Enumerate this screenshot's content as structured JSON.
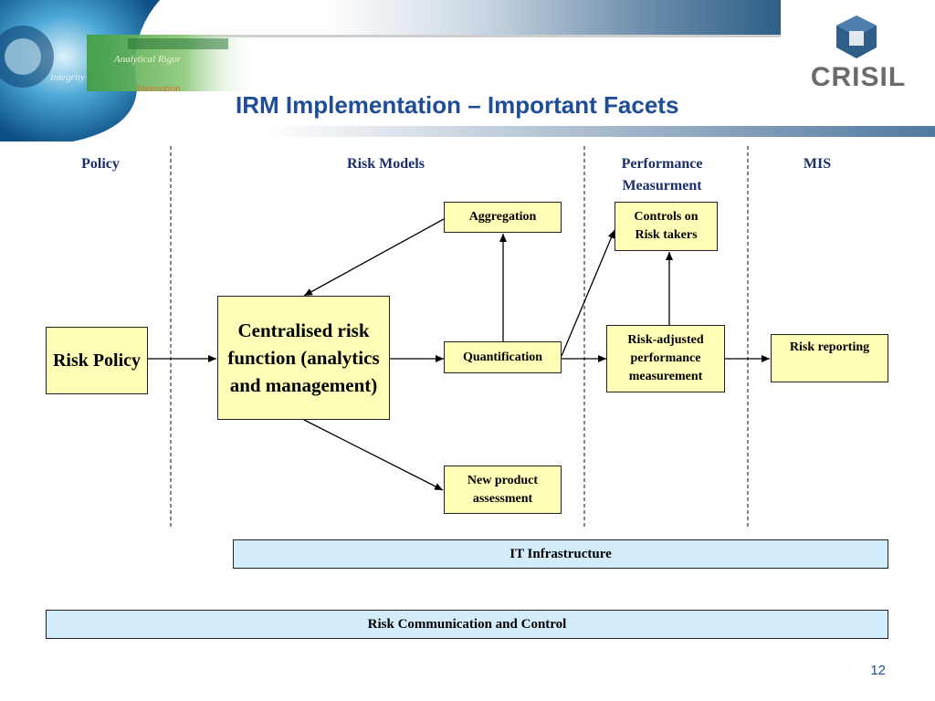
{
  "header": {
    "title": "IRM Implementation – Important Facets",
    "art_words": [
      "Analytical Rigor",
      "Integrity",
      "Innovation"
    ],
    "logo_text": "CRISIL"
  },
  "columns": [
    "Policy",
    "Risk Models",
    "Performance Measurment",
    "MIS"
  ],
  "boxes": {
    "risk_policy": "Risk Policy",
    "central": "Centralised risk function (analytics and management)",
    "aggregation": "Aggregation",
    "quantification": "Quantification",
    "new_product": "New product assessment",
    "controls": "Controls on Risk takers",
    "risk_adjusted": "Risk-adjusted performance measurement",
    "risk_reporting": "Risk reporting"
  },
  "bars": {
    "it_infrastructure": "IT Infrastructure",
    "risk_communication": "Risk Communication and Control"
  },
  "page_number": "12",
  "colors": {
    "box_fill": "#ffffb8",
    "bar_fill": "#d3ecfb",
    "title": "#1f4e96",
    "column_header": "#1a2f6b"
  }
}
